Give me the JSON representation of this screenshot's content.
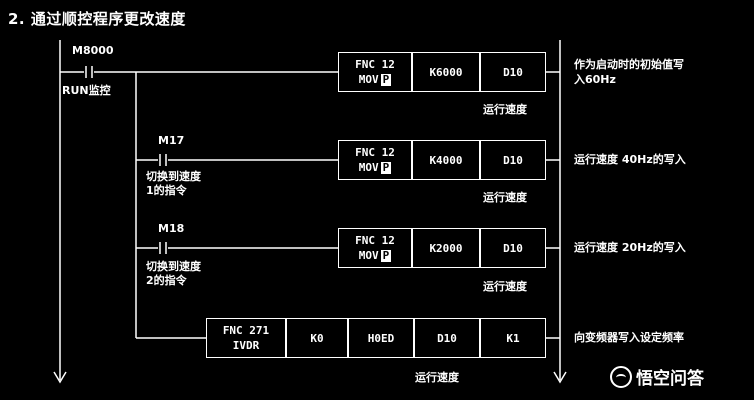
{
  "title": "2. 通过顺控程序更改速度",
  "contacts": [
    {
      "label": "M8000",
      "note_lines": [
        "RUN监控"
      ]
    },
    {
      "label": "M17",
      "note_lines": [
        "切换到速度",
        "1的指令"
      ]
    },
    {
      "label": "M18",
      "note_lines": [
        "切换到速度",
        "2的指令"
      ]
    }
  ],
  "rungs": [
    {
      "fnc": "FNC 12",
      "mnemonic": "MOV",
      "suffix": "P",
      "operands": [
        "K6000",
        "D10"
      ],
      "speed_label": "运行速度",
      "comment_lines": [
        "作为启动时的初始值写",
        "入60Hz"
      ]
    },
    {
      "fnc": "FNC 12",
      "mnemonic": "MOV",
      "suffix": "P",
      "operands": [
        "K4000",
        "D10"
      ],
      "speed_label": "运行速度",
      "comment_lines": [
        "运行速度 40Hz的写入"
      ]
    },
    {
      "fnc": "FNC 12",
      "mnemonic": "MOV",
      "suffix": "P",
      "operands": [
        "K2000",
        "D10"
      ],
      "speed_label": "运行速度",
      "comment_lines": [
        "运行速度 20Hz的写入"
      ]
    },
    {
      "fnc": "FNC 271",
      "mnemonic": "IVDR",
      "suffix": "",
      "operands": [
        "K0",
        "H0ED",
        "D10",
        "K1"
      ],
      "speed_label": "运行速度",
      "comment_lines": [
        "向变频器写入设定频率"
      ]
    }
  ],
  "watermark": {
    "text": "悟空问答",
    "icon": "wukong-logo-icon"
  },
  "colors": {
    "background": "#000000",
    "foreground": "#ffffff"
  }
}
